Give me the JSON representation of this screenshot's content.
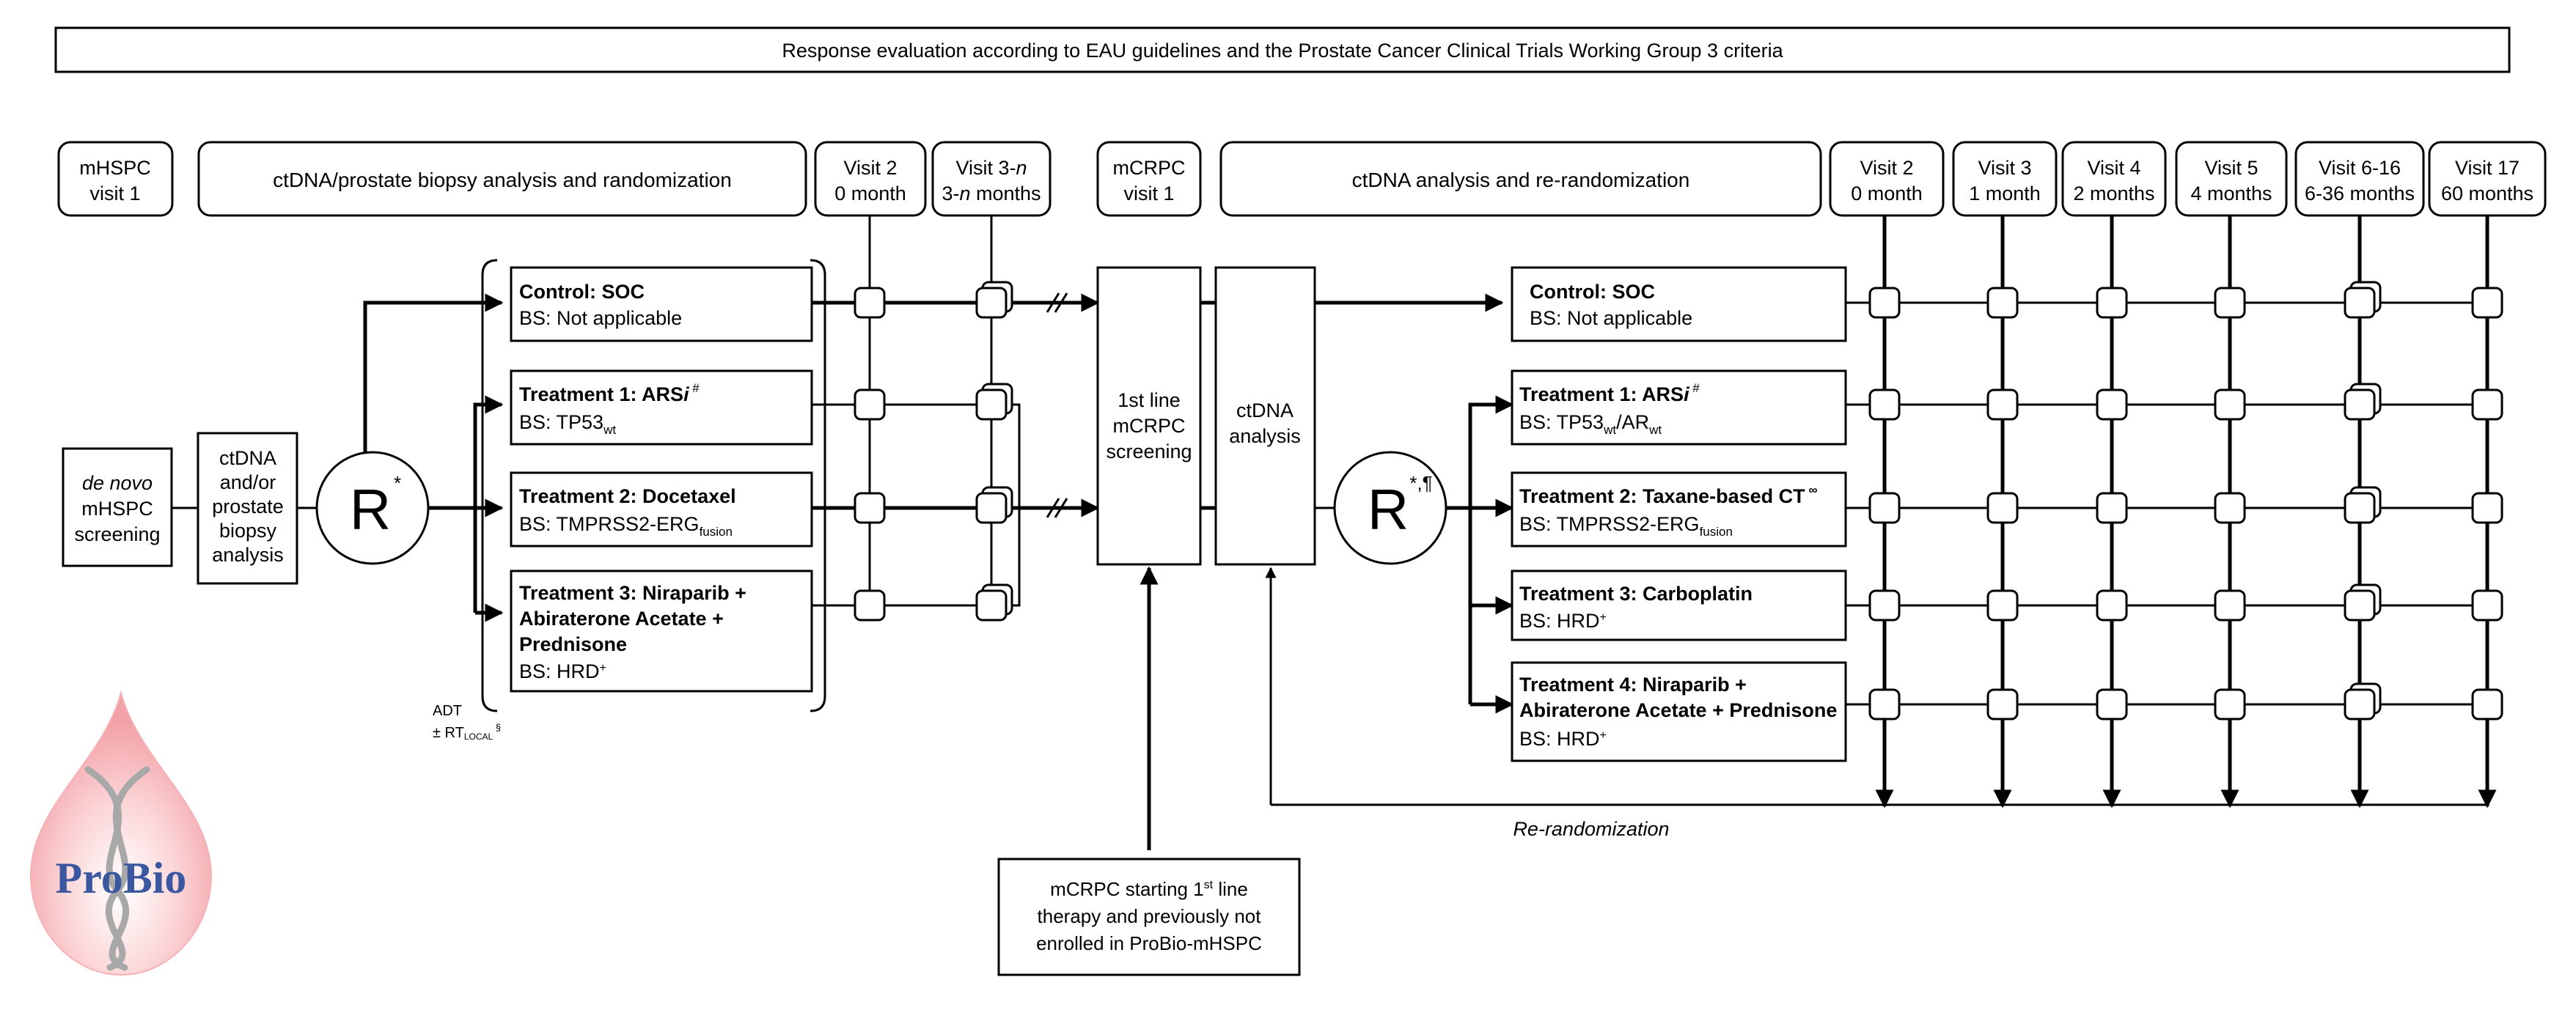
{
  "title": "Response evaluation according to EAU guidelines and the Prostate Cancer Clinical Trials Working Group 3 criteria",
  "header_left": [
    {
      "lines": [
        "mHSPC",
        "visit 1"
      ]
    },
    {
      "lines": [
        "ctDNA/prostate biopsy analysis and randomization"
      ]
    },
    {
      "lines": [
        "Visit 2",
        "0 month"
      ]
    },
    {
      "lines_rich": [
        [
          "Visit 3-",
          "n"
        ],
        [
          "3-",
          "n",
          " months"
        ]
      ]
    }
  ],
  "header_right": [
    {
      "lines": [
        "mCRPC",
        "visit 1"
      ]
    },
    {
      "lines": [
        "ctDNA analysis and re-randomization"
      ]
    },
    {
      "lines": [
        "Visit 2",
        "0 month"
      ]
    },
    {
      "lines": [
        "Visit 3",
        "1 month"
      ]
    },
    {
      "lines": [
        "Visit 4",
        "2 months"
      ]
    },
    {
      "lines": [
        "Visit 5",
        "4 months"
      ]
    },
    {
      "lines": [
        "Visit 6-16",
        "6-36 months"
      ]
    },
    {
      "lines": [
        "Visit 17",
        "60 months"
      ]
    }
  ],
  "screening": {
    "line1_italic": "de novo",
    "line2": "mHSPC",
    "line3": "screening"
  },
  "analysis": {
    "lines": [
      "ctDNA",
      "and/or",
      "prostate",
      "biopsy",
      "analysis"
    ]
  },
  "randomizer_left": {
    "letter": "R",
    "sup": "*"
  },
  "randomizer_right": {
    "letter": "R",
    "sup": "*,¶"
  },
  "left_arms": [
    {
      "title": "Control: SOC",
      "bs": "BS: Not applicable"
    },
    {
      "title": "Treatment 1: ARS",
      "title_italic": "i",
      "title_sup": " #",
      "bs": "BS: TP53",
      "bs_sub": "wt"
    },
    {
      "title": "Treatment 2: Docetaxel",
      "bs": "BS: TMPRSS2-ERG",
      "bs_sub": "fusion"
    },
    {
      "title_lines": [
        "Treatment 3: Niraparib +",
        "Abiraterone Acetate +",
        "Prednisone"
      ],
      "bs": "BS: HRD",
      "bs_sup": "+"
    }
  ],
  "adt": {
    "line1": "ADT",
    "line2": "± RT",
    "line2_sub": "LOCAL",
    "line2_sup": " §"
  },
  "first_line_box": {
    "lines": [
      "1st line",
      "mCRPC",
      "screening"
    ]
  },
  "ctdna_box": {
    "lines": [
      "ctDNA",
      "analysis"
    ]
  },
  "right_arms": [
    {
      "title": "Control: SOC",
      "bs": "BS: Not applicable"
    },
    {
      "title": "Treatment 1: ARS",
      "title_italic": "i",
      "title_sup": " #",
      "bs": "BS: TP53",
      "bs_sub": "wt",
      "bs_mid": "/AR",
      "bs_sub2": "wt"
    },
    {
      "title": "Treatment 2: Taxane-based CT",
      "title_sup": " ∞",
      "bs": "BS: TMPRSS2-ERG",
      "bs_sub": "fusion"
    },
    {
      "title": "Treatment 3: Carboplatin",
      "bs": "BS: HRD",
      "bs_sup": "+"
    },
    {
      "title_lines": [
        "Treatment 4: Niraparib +",
        "Abiraterone Acetate + Prednisone"
      ],
      "bs": "BS: HRD",
      "bs_sup": "+"
    }
  ],
  "rerandomization": "Re-randomization",
  "bottom_box": {
    "line1": "mCRPC starting 1",
    "line1_sup": "st",
    "line1_end": " line",
    "line2": "therapy and previously not",
    "line3": "enrolled in ProBio-mHSPC"
  },
  "logo": {
    "text": "ProBio",
    "drop_color": "#f7b7bb",
    "text_color": "#3a57a0",
    "helix_color": "#a8a8a8"
  }
}
